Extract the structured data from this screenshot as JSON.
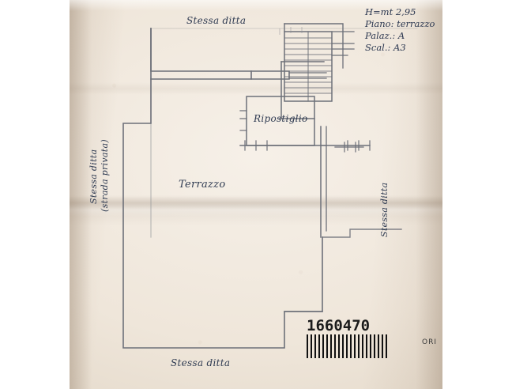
{
  "document": {
    "type": "scanned-floor-plan",
    "title_absent": true,
    "header_lines": [
      "H=mt 2,95",
      "Piano: terrazzo",
      "Palaz.: A",
      "Scal.: A3"
    ],
    "room_labels": [
      {
        "name": "terrazzo-label",
        "text": "Terrazzo"
      },
      {
        "name": "ripostiglio-label",
        "text": "Ripostiglio"
      }
    ],
    "boundary_notes": [
      {
        "name": "note-top",
        "text": "Stessa ditta"
      },
      {
        "name": "note-left",
        "text": "Stessa ditta"
      },
      {
        "name": "note-left-sub",
        "text": "(strada privata)"
      },
      {
        "name": "note-right",
        "text": "Stessa ditta"
      },
      {
        "name": "note-bottom",
        "text": "Stessa  ditta"
      }
    ],
    "barcode": {
      "number": "1660470",
      "caption": "ORI"
    }
  },
  "colors": {
    "paper": "#efe6da",
    "ink": "#2f3b52",
    "line": "#6b6f78",
    "barcode": "#111111"
  }
}
